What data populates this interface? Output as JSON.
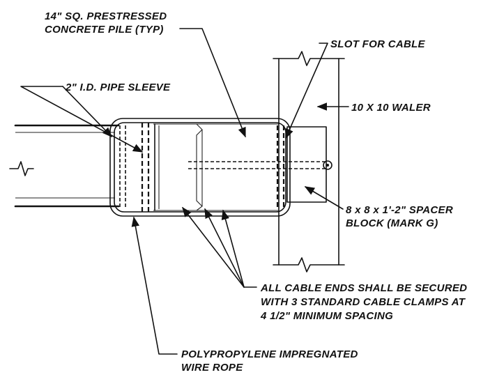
{
  "labels": {
    "pile_line1": "14\" SQ. PRESTRESSED",
    "pile_line2": "CONCRETE PILE (TYP)",
    "slot": "SLOT FOR CABLE",
    "sleeve": "2\" I.D. PIPE SLEEVE",
    "waler": "10 X 10  WALER",
    "spacer_line1": "8 x 8 x 1'-2\" SPACER",
    "spacer_line2": "BLOCK (MARK G)",
    "clamps_line1": "ALL CABLE ENDS SHALL BE SECURED",
    "clamps_line2": "WITH 3 STANDARD CABLE CLAMPS AT",
    "clamps_line3": "4 1/2\" MINIMUM SPACING",
    "rope_line1": "POLYPROPYLENE IMPREGNATED",
    "rope_line2": "WIRE ROPE"
  },
  "colors": {
    "ink": "#111111",
    "paper": "#ffffff"
  }
}
